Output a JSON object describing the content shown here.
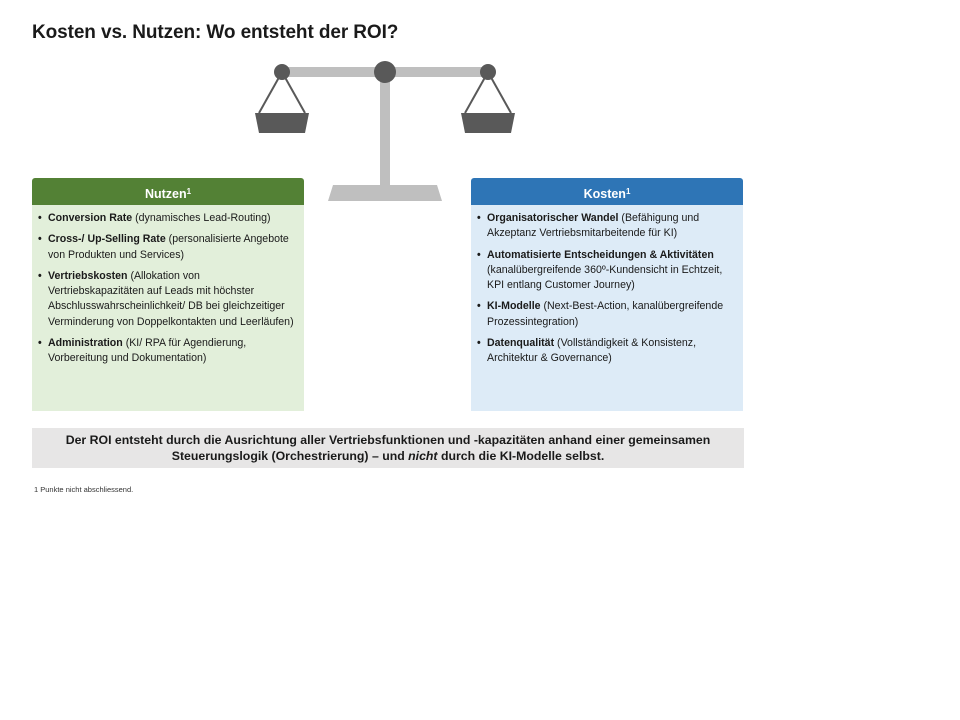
{
  "title": "Kosten vs. Nutzen: Wo entsteht der ROI?",
  "nutzen": {
    "header": "Nutzen",
    "sup": "1",
    "items": [
      {
        "bold": "Conversion Rate",
        "text": " (dynamisches Lead-Routing)"
      },
      {
        "bold": "Cross-/ Up-Selling Rate",
        "text": " (personalisierte Angebote von Produkten und Services)"
      },
      {
        "bold": "Vertriebskosten",
        "text": " (Allokation von Vertriebskapazitäten auf Leads mit höchster Abschlusswahrscheinlichkeit/ DB bei gleichzeitiger Verminderung von Doppelkontakten und Leerläufen)"
      },
      {
        "bold": "Administration",
        "text": " (KI/ RPA für Agendierung, Vorbereitung und Dokumentation)"
      }
    ]
  },
  "kosten": {
    "header": "Kosten",
    "sup": "1",
    "items": [
      {
        "bold": "Organisatorischer Wandel",
        "text": " (Befähigung und Akzeptanz Vertriebsmitarbeitende für KI)"
      },
      {
        "bold": "Automatisierte Entscheidungen & Aktivitäten",
        "text": " (kanalübergreifende 360º-Kundensicht in Echtzeit, KPI entlang Customer Journey)"
      },
      {
        "bold": "KI-Modelle",
        "text": " (Next-Best-Action, kanalübergreifende Prozessintegration)"
      },
      {
        "bold": "Datenqualität",
        "text": " (Vollständigkeit & Konsistenz, Architektur & Governance)"
      }
    ]
  },
  "conclusion": {
    "part1": "Der ROI entsteht durch die Ausrichtung aller Vertriebsfunktionen und -kapazitäten anhand einer gemeinsamen Steuerungslogik (Orchestrierung) – und ",
    "italic": "nicht",
    "part2": " durch die KI-Modelle selbst."
  },
  "footnote": "1 Punkte nicht abschliessend.",
  "colors": {
    "nutzen_header": "#538135",
    "nutzen_body": "#e2efda",
    "kosten_header": "#2e75b6",
    "kosten_body": "#ddebf7",
    "scale": "#bfbfbf",
    "scale_dark": "#595959"
  },
  "icons": {
    "scale": "balance-scale-icon"
  }
}
